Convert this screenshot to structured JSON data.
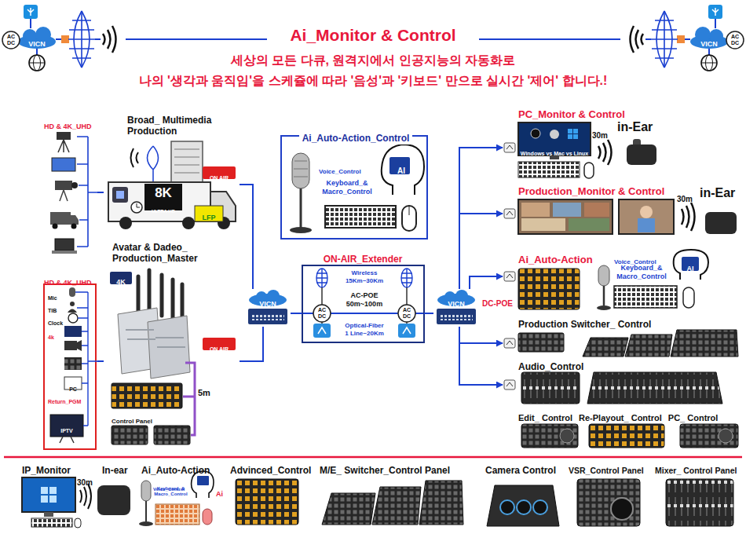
{
  "diagram": {
    "title": "Ai_Monitor & Control",
    "nodes": [
      {
        "text": [
          "HD & 4K_UHD"
        ]
      },
      {
        "text": [
          "Broad_ Multimedia Production"
        ]
      },
      {
        "text": [
          "HD & 4K_UHD",
          "Mic",
          "TIB",
          "Clock",
          "4k",
          "PC",
          "Return_PGM",
          "IPTV"
        ]
      },
      {
        "text": [
          "Avatar & Dadeo_ Production_Master"
        ]
      },
      {
        "text": [
          "Ai_Auto-Action_Control",
          "Voice_Control",
          "Keyboard_& Macro_Control",
          "AI"
        ]
      },
      {
        "text": [
          "ON-AIR_Extender",
          "Wireless 15Km~30Km",
          "AC-POE 50m~100m",
          "Optical-Fiber 1 Line~20Km"
        ]
      },
      {
        "text": [
          "VICN"
        ]
      },
      {
        "text": [
          "VICN"
        ]
      },
      {
        "text": [
          "PC_Monitor & Control",
          "Windows vs Mac vs Linux",
          "30m",
          "in-Ear"
        ]
      },
      {
        "text": [
          "Production_Monitor & Control",
          "30m",
          "in-Ear"
        ]
      },
      {
        "text": [
          "Ai_Auto-Action",
          "Voice_Control",
          "Keyboard_& Macro_Control",
          "AI"
        ]
      },
      {
        "text": [
          "Production Switcher_ Control"
        ]
      },
      {
        "text": [
          "Audio_Control"
        ]
      },
      {
        "text": [
          "Edit_ Control",
          "Re-Playout_ Control",
          "PC_ Control"
        ]
      }
    ],
    "edges": [
      {
        "from": 0,
        "to": 1,
        "arrow": "none"
      },
      {
        "from": 2,
        "to": 3,
        "arrow": "none"
      },
      {
        "from": 1,
        "to": 6,
        "arrow": "none"
      },
      {
        "from": 3,
        "to": 6,
        "arrow": "none"
      },
      {
        "from": 6,
        "to": 5,
        "arrow": "none"
      },
      {
        "from": 5,
        "to": 7,
        "arrow": "none"
      },
      {
        "from": 7,
        "to": 8,
        "arrow": "to"
      },
      {
        "from": 7,
        "to": 9,
        "arrow": "to"
      },
      {
        "from": 7,
        "to": 10,
        "arrow": "to"
      },
      {
        "from": 7,
        "to": 11,
        "arrow": "to"
      },
      {
        "from": 7,
        "to": 12,
        "arrow": "to"
      }
    ],
    "labels": [
      "세상의 모든 다큐, 원격지에서 인공지능의 자동화로",
      "나의 '생각과 움직임'을 스케쥴에 따라 '음성'과 '키보드' 만으로 실시간 '제어' 합니다.!",
      "AC DC",
      "VICN",
      "AC DC",
      "VICN",
      "8K",
      "ULTRA HD",
      "LFP",
      "ON AIR",
      "4K",
      "ON AIR",
      "5m",
      "Control Panel",
      "AC DC",
      "AC DC",
      "DC-POE",
      "IP_Monitor",
      "30m",
      "In-ear",
      "Ai_Auto-Action",
      "Voice_Control",
      "Keyboard_& Macro_Control",
      "Ai",
      "AI",
      "Advinced_Control",
      "M/E_ Switcher_Control Panel",
      "Camera Control",
      "VSR_Control Panel",
      "Mixer_ Control Panel"
    ]
  }
}
